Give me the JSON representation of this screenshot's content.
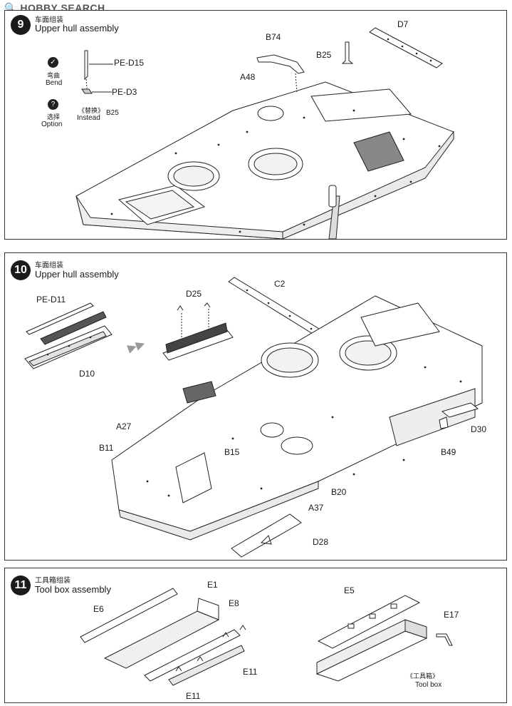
{
  "watermark": "HOBBY SEARCH",
  "steps": [
    {
      "number": "9",
      "title_cn": "车面组装",
      "title_en": "Upper hull assembly",
      "legend": {
        "bend_cn": "弯曲",
        "bend_en": "Bend",
        "option_cn": "选择",
        "option_en": "Option",
        "instead_cn": "《替换》",
        "instead_en": "Instead",
        "instead_part": "B25"
      },
      "part_labels": [
        "PE-D15",
        "PE-D3",
        "B74",
        "A48",
        "B25",
        "D7"
      ]
    },
    {
      "number": "10",
      "title_cn": "车面组装",
      "title_en": "Upper hull assembly",
      "part_labels": [
        "PE-D11",
        "D10",
        "D25",
        "C2",
        "A27",
        "B11",
        "B15",
        "B20",
        "A37",
        "D28",
        "D30",
        "B49"
      ]
    },
    {
      "number": "11",
      "title_cn": "工具箱组装",
      "title_en": "Tool box assembly",
      "part_labels": [
        "E1",
        "E6",
        "E8",
        "E11",
        "E11",
        "E5",
        "E17"
      ],
      "caption_cn": "《工具箱》",
      "caption_en": "Tool box"
    }
  ]
}
